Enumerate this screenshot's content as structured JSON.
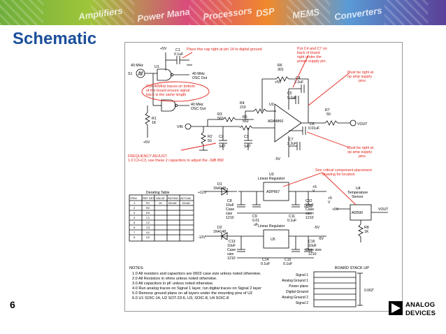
{
  "banner": {
    "words": [
      "Amplifiers",
      "Power Mana",
      "Processors",
      "DSP",
      "MEMS",
      "Converters"
    ]
  },
  "title": "Schematic",
  "slide_number": "6",
  "logo": {
    "line1": "ANALOG",
    "line2": "DEVICES"
  },
  "colors": {
    "title": "#1b4f9a",
    "annotation": "#e2231a",
    "wire": "#000000"
  },
  "annotations": {
    "pin14": "Place this cap right at pin 14 to digital ground",
    "c4c7_1": "Put C4 and C7 on",
    "c4c7_2": "back of board",
    "c4c7_3": "right under the",
    "c4c7_4": "power supply pin.",
    "trace_1": "Run 40MHz traces on bottom",
    "trace_2": "of the board ensure signal",
    "trace_3": "trace is the same length",
    "pins_top_1": "Must be right at",
    "pins_top_2": "op amp supply",
    "pins_top_3": "pins",
    "pins_bot_1": "Must be right at",
    "pins_bot_2": "op amp supply",
    "pins_bot_3": "pins",
    "freq_1": "FREQUENCY ADJUST",
    "freq_2": "1.0 C2+C3, use these 2 capacitors to adjust the -3dB BW",
    "placement_1": "See critical component placement",
    "placement_2": "drawing for location"
  },
  "labels": {
    "p5v_top": "+5V",
    "c1": "C1",
    "c1v": "0.1uF",
    "mhz40": "40 MHz",
    "s1": "S1",
    "u1": "U1",
    "osc1": "40 MHz",
    "osc1b": "OSC Out",
    "osc2": "40 MHz",
    "osc2b": "OSC Out",
    "r1": "R1",
    "r1v": "1K",
    "p5v_left": "+5V",
    "r6": "R6",
    "r6v": "301",
    "p5v_mid": "+5V",
    "c4": "C4",
    "c4v": "2.2uF",
    "c5": "C5",
    "c5v": "0.1uF",
    "r4": "R4",
    "r4v": "210",
    "u2": "U2",
    "r3": "R3",
    "r3v": "562",
    "r5": "R5",
    "r5v": "562",
    "vin": "VIN",
    "ada": "ADA4860",
    "r7": "R7",
    "r7v": "50",
    "vout": "VOUT",
    "c6": "C6",
    "c6v": "0.01uF",
    "c7": "C7",
    "c7v": "2.2uF",
    "m5v": "-5V",
    "r2": "R2",
    "r2v": "50",
    "c2": "C2",
    "c2v": "SAT",
    "c3": "C3",
    "c3v": "SAT",
    "d1": "D1",
    "d1v": "1N4148",
    "p12v": "+12V",
    "u3": "U3",
    "u3t": "Linear Regulator",
    "adp": "ADP667",
    "c8": "C8",
    "c8a": "10uF",
    "c8b": "Case",
    "c8c": "size",
    "c8d": "1210",
    "c9": "C9",
    "c9a": "0.01",
    "c9b": "uF",
    "c11": "C11",
    "c11v": "0.1uF",
    "c12": "C12",
    "c12a": "10uF",
    "c12b": "Case",
    "c12c": "size",
    "c12d": "1210",
    "p5vr": "+5",
    "p5vr2": "V",
    "p5vr3": "+5",
    "p5vr4": "V",
    "u4": "U4",
    "u4a": "Temperature",
    "u4b": "Sensor",
    "ad590": "AD590",
    "p5v_u4": "+5V",
    "vout2": "VOUT",
    "r8": "R8",
    "r8v": "1K",
    "d2": "D2",
    "d2v": "1N4148",
    "m12v": "-12V",
    "lr": "Linear Regulator",
    "u5": "U5",
    "m5va": "-5V",
    "m5vb": "-5V",
    "c13": "C13",
    "c13a": "10uF",
    "c13b": "Case",
    "c13c": "size",
    "c13d": "1210",
    "c14": "C14",
    "c14v": "0.1uF",
    "c15": "C15",
    "c15v": "0.1uF",
    "c16": "C16",
    "c16a": "10uF",
    "c16b": "Case size",
    "c16c": "1210"
  },
  "derating": {
    "title": "Derating Table",
    "headers": [
      "ITEM",
      "REF DES",
      "VALUE",
      "RATING",
      "ACTUAL"
    ],
    "rows": [
      [
        "1",
        "R1",
        "1K",
        "62mW",
        "10mW"
      ],
      [
        "2",
        "R2",
        "",
        "",
        ""
      ],
      [
        "3",
        "R3",
        "",
        "",
        ""
      ],
      [
        "4",
        "C1",
        "",
        "",
        ""
      ],
      [
        "5",
        "C2",
        "",
        "",
        ""
      ],
      [
        "6",
        "C3",
        "",
        "",
        ""
      ],
      [
        "7",
        "U1",
        "",
        "",
        ""
      ],
      [
        "8",
        "U2",
        "",
        "",
        ""
      ]
    ]
  },
  "notes": {
    "title": "NOTES:",
    "lines": [
      "1.0 All resistors and capacitors  are 0603 case size unless noted otherwise.",
      "2.0 All Resistors in ohms unless noted otherwise.",
      "3.0 All capacitors in pF unless noted otherwise.",
      "4.0 Run analog traces on Signal 1 layer, run digital traces on Signal 2 layer",
      "5.0 Remove ground plane on all layers under the mounting pins of U2",
      "6.0 U1 SOIC-14, U2 SOT-23-6, U3, SOIC-8, U4 SOIC-8"
    ]
  },
  "stackup": {
    "title": "BOARD STACK UP",
    "layers": [
      "Signal 1",
      "Analog Ground 1",
      "Power plane",
      "Digital Ground",
      "Analog Ground 2",
      "Signal 2"
    ],
    "thickness": "0.062\""
  }
}
